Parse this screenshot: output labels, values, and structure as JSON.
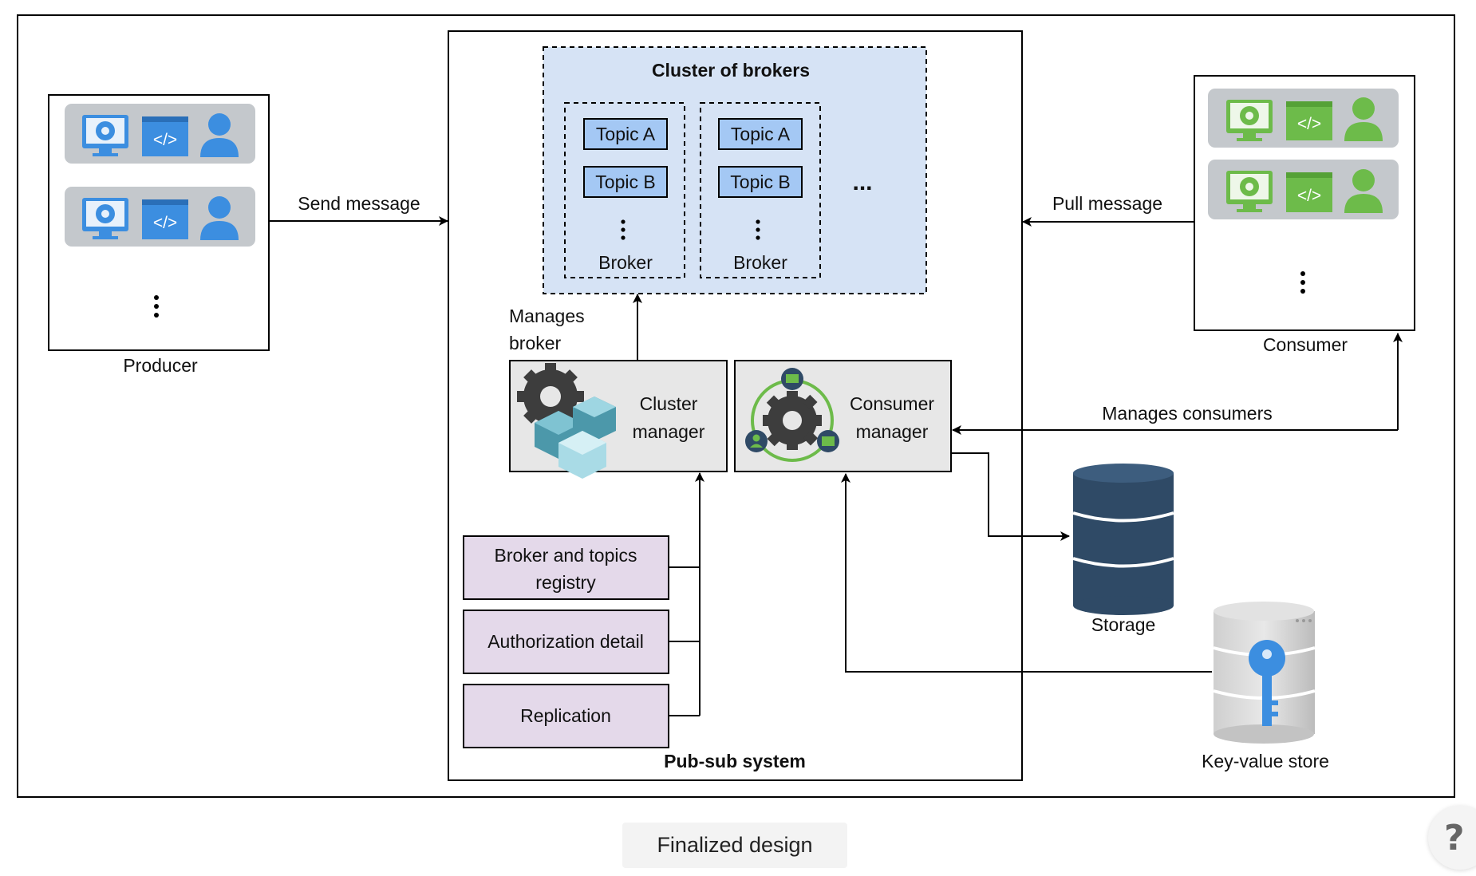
{
  "diagram": {
    "pubsub_title": "Pub-sub system",
    "cluster_title": "Cluster of brokers",
    "broker1": {
      "topics": [
        "Topic A",
        "Topic B"
      ],
      "label": "Broker"
    },
    "broker2": {
      "topics": [
        "Topic A",
        "Topic B"
      ],
      "label": "Broker"
    },
    "more_brokers": "...",
    "producer_label": "Producer",
    "consumer_label": "Consumer",
    "send_message": "Send message",
    "pull_message": "Pull message",
    "manages_broker": [
      "Manages",
      "broker"
    ],
    "manages_consumers": "Manages consumers",
    "cluster_manager": [
      "Cluster",
      "manager"
    ],
    "consumer_manager": [
      "Consumer",
      "manager"
    ],
    "registry": [
      "Broker and topics",
      "registry"
    ],
    "authorization": "Authorization detail",
    "replication": "Replication",
    "storage": "Storage",
    "kv_store": "Key-value store"
  },
  "caption": "Finalized design",
  "help_icon": "?",
  "colors": {
    "cluster_fill": "#d6e3f5",
    "topic_fill": "#a4c8f4",
    "manager_fill": "#e7e7e7",
    "registry_fill": "#e4d9ea",
    "producer_blue": "#3c8ee0",
    "consumer_green": "#6dbb4a",
    "storage_navy": "#2f4a66"
  }
}
